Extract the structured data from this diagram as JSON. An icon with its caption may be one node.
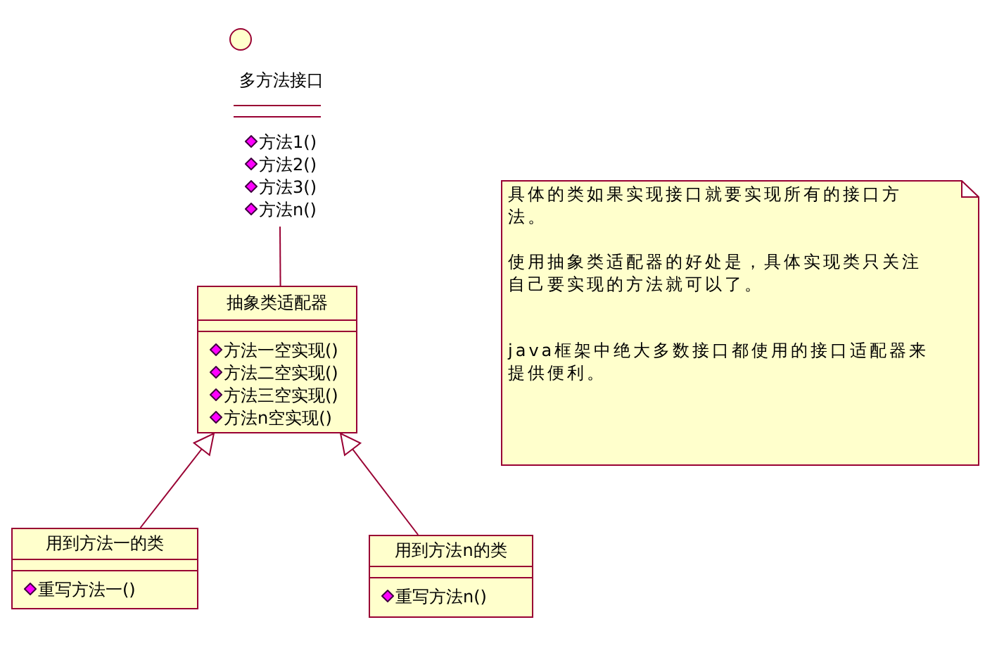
{
  "diagram": {
    "nodes": [
      {
        "text": [
          "多方法接口",
          "方法1()",
          "方法2()",
          "方法3()",
          "方法n()"
        ]
      },
      {
        "text": [
          "抽象类适配器",
          "方法一空实现()",
          "方法二空实现()",
          "方法三空实现()",
          "方法n空实现()"
        ]
      },
      {
        "text": [
          "用到方法一的类",
          "重写方法一()"
        ]
      },
      {
        "text": [
          "用到方法n的类",
          "重写方法n()"
        ]
      },
      {
        "text": [
          "具体的类如果实现接口就要实现所有的接口方法。",
          "使用抽象类适配器的好处是，具体实现类只关注自己要实现的方法就可以了。",
          "java框架中绝大多数接口都使用的接口适配器来提供便利。"
        ]
      }
    ],
    "edges": [
      {
        "from": 0,
        "to": 1,
        "arrow": "none"
      },
      {
        "from": 2,
        "to": 1,
        "arrow": "to"
      },
      {
        "from": 3,
        "to": 1,
        "arrow": "to"
      }
    ]
  }
}
